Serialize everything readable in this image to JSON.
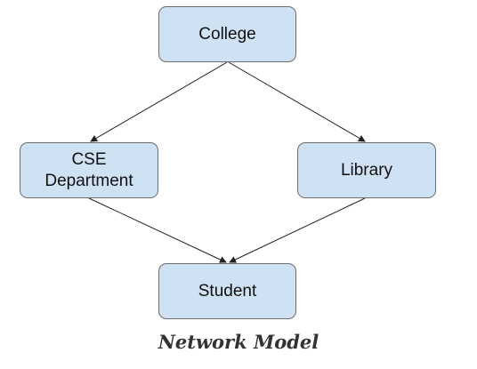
{
  "diagram": {
    "nodes": {
      "college": "College",
      "cse_line1": "CSE",
      "cse_line2": "Department",
      "library": "Library",
      "student": "Student"
    },
    "caption": "Network Model",
    "colors": {
      "node_fill": "#cfe2f3",
      "node_border": "#6d6d6d",
      "edge": "#222222"
    }
  }
}
